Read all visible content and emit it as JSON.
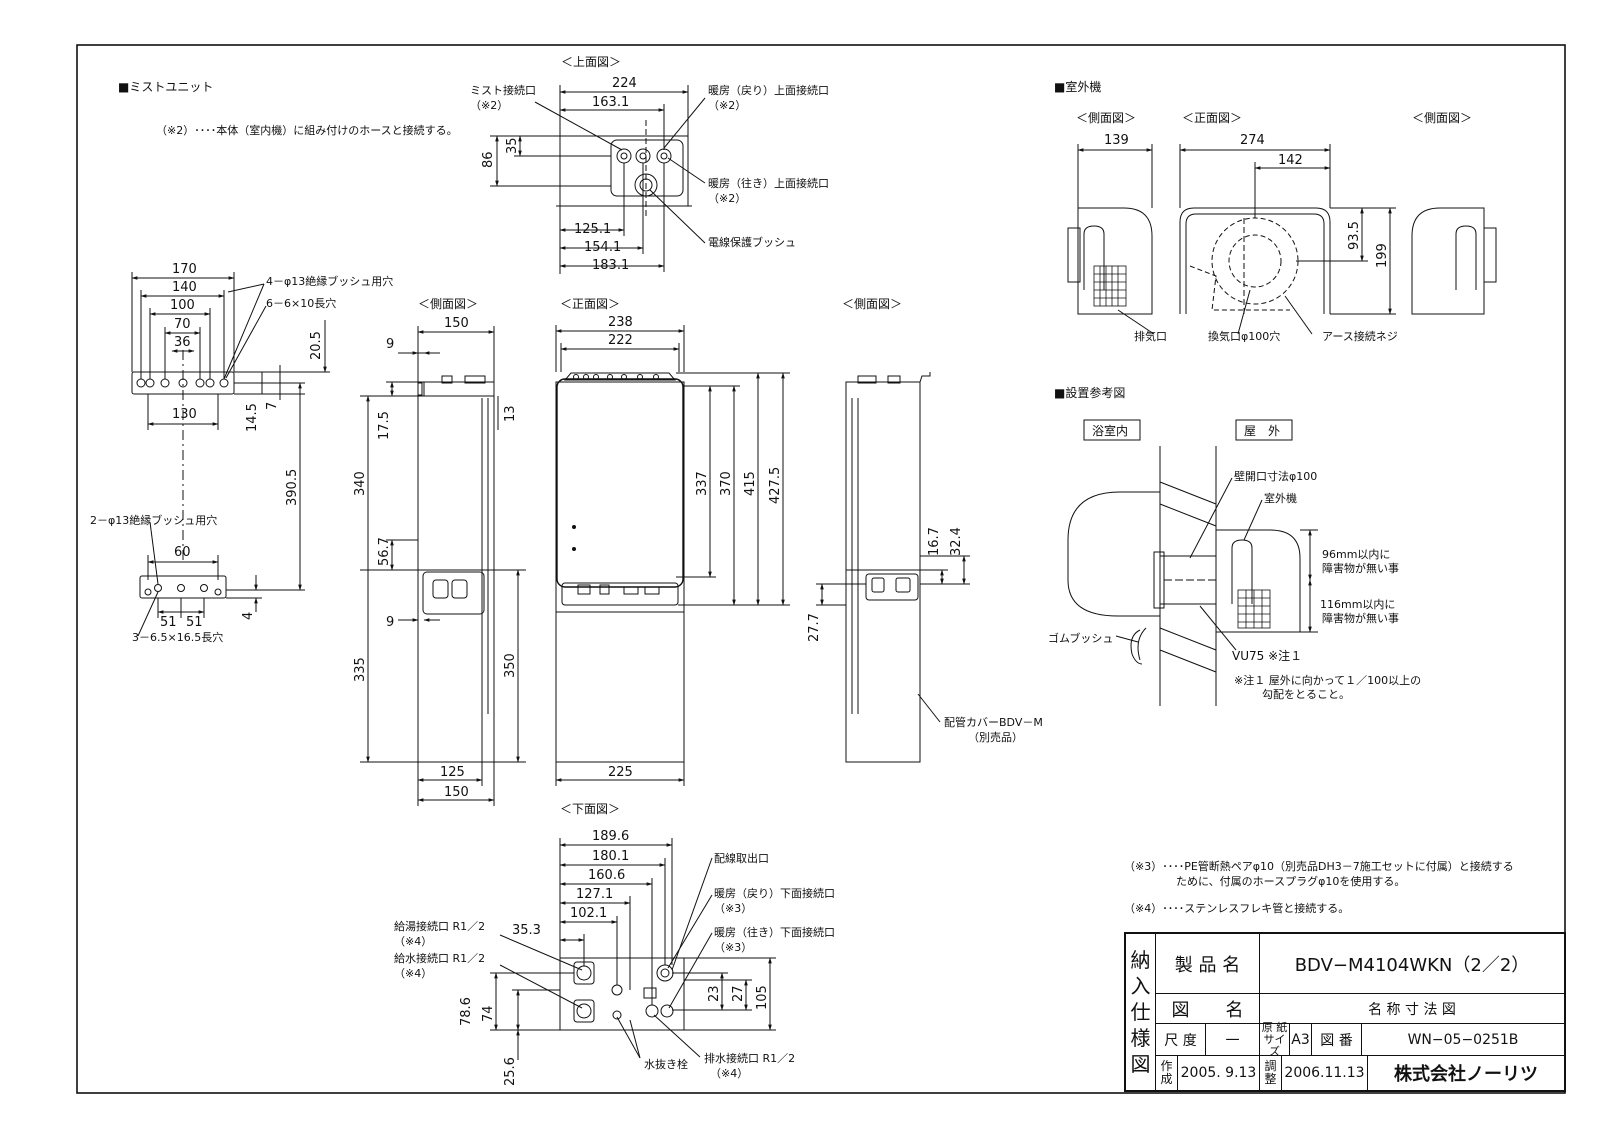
{
  "sections": {
    "mist_unit": "■ミストユニット",
    "outdoor_unit": "■室外機",
    "install_ref": "■設置参考図"
  },
  "views": {
    "top": "＜上面図＞",
    "side": "＜側面図＞",
    "front": "＜正面図＞",
    "bottom": "＜下面図＞"
  },
  "notes": {
    "note2": "（※2）････本体（室内機）に組み付けのホースと接続する。",
    "note3_line1": "（※3）････PE管断熱ペアφ10（別売品DH3－7施工セットに付属）と接続する",
    "note3_line2": "ために、付属のホースプラグφ10を使用する。",
    "note4": "（※4）････ステンレスフレキ管と接続する。",
    "note1_line1": "※注１ 屋外に向かって１／100以上の",
    "note1_line2": "勾配をとること。"
  },
  "top_view": {
    "labels": {
      "mist_conn": "ミスト接続口",
      "mist_conn_ref": "（※2）",
      "heat_return_top": "暖房（戻り）上面接続口",
      "heat_return_top_ref": "（※2）",
      "heat_supply_top": "暖房（往き）上面接続口",
      "heat_supply_top_ref": "（※2）",
      "wire_bush": "電線保護ブッシュ"
    },
    "dims": {
      "d224": "224",
      "d163": "163.1",
      "d86": "86",
      "d35": "35",
      "d125": "125.1",
      "d154": "154.1",
      "d183": "183.1"
    }
  },
  "bracket": {
    "labels": {
      "holes_top": "4－φ13絶縁ブッシュ用穴",
      "slots_top": "6－6×10長穴",
      "holes_bottom": "2－φ13絶縁ブッシュ用穴",
      "slots_bottom": "3－6.5×16.5長穴"
    },
    "dims": {
      "d170": "170",
      "d140": "140",
      "d100": "100",
      "d70": "70",
      "d36": "36",
      "d130": "130",
      "d20_5": "20.5",
      "d7": "7",
      "d14_5": "14.5",
      "d390_5": "390.5",
      "d60": "60",
      "d51a": "51",
      "d51b": "51",
      "d4": "4"
    }
  },
  "side_view": {
    "dims": {
      "d150_top": "150",
      "d9a": "9",
      "d13": "13",
      "d17_5": "17.5",
      "d340": "340",
      "d56_7": "56.7",
      "d9b": "9",
      "d335": "335",
      "d350": "350",
      "d125": "125",
      "d150_bot": "150"
    }
  },
  "front_view": {
    "dims": {
      "d238": "238",
      "d222": "222",
      "d337": "337",
      "d370": "370",
      "d415": "415",
      "d427_5": "427.5",
      "d225": "225"
    }
  },
  "side_view_right": {
    "dims": {
      "d16_7": "16.7",
      "d32_4": "32.4",
      "d27_7": "27.7"
    },
    "labels": {
      "cover": "配管カバーBDV－M",
      "cover_sub": "（別売品）"
    }
  },
  "bottom_view": {
    "labels": {
      "wiring": "配線取出口",
      "heat_return_bottom": "暖房（戻り）下面接続口",
      "heat_return_bottom_ref": "（※3）",
      "heat_supply_bottom": "暖房（往き）下面接続口",
      "heat_supply_bottom_ref": "（※3）",
      "hot_water": "給湯接続口 R1／2",
      "hot_water_ref": "（※4）",
      "cold_water": "給水接続口 R1／2",
      "cold_water_ref": "（※4）",
      "drain": "排水接続口 R1／2",
      "drain_ref": "（※4）",
      "drain_plug": "水抜き栓"
    },
    "dims": {
      "d189_6": "189.6",
      "d180_1": "180.1",
      "d160_6": "160.6",
      "d127_1": "127.1",
      "d102_1": "102.1",
      "d35_3": "35.3",
      "d78_6": "78.6",
      "d74": "74",
      "d25_6": "25.6",
      "d23": "23",
      "d27": "27",
      "d105": "105"
    }
  },
  "outdoor": {
    "views": {
      "side_left": "＜側面図＞",
      "front": "＜正面図＞",
      "side_right": "＜側面図＞"
    },
    "dims": {
      "d139": "139",
      "d274": "274",
      "d142": "142",
      "d93_5": "93.5",
      "d199": "199"
    },
    "labels": {
      "exhaust": "排気口",
      "vent": "換気口φ100穴",
      "earth": "アース接続ネジ"
    }
  },
  "install": {
    "labels": {
      "bathroom": "浴室内",
      "outdoor": "屋　外",
      "wall_opening": "壁開口寸法φ100",
      "unit": "室外機",
      "clear96_l1": "96mm以内に",
      "clear96_l2": "障害物が無い事",
      "clear116_l1": "116mm以内に",
      "clear116_l2": "障害物が無い事",
      "rubber": "ゴムブッシュ",
      "vu75": "VU75 ※注１"
    }
  },
  "title_block": {
    "side_label": "納入仕様図",
    "product_label": "製 品 名",
    "product_value": "BDV−M4104WKN（2／2）",
    "drawing_label": "図　　名",
    "drawing_value": "名 称 寸 法 図",
    "scale_label": "尺 度",
    "scale_value": "一",
    "paper_label": "原 紙 サイズ",
    "paper_value": "A3",
    "number_label": "図 番",
    "number_value": "WN−05−0251B",
    "made_label": "作 成",
    "made_date": "2005. 9.13",
    "adjust_label": "調 整",
    "adjust_date": "2006.11.13",
    "company": "株式会社ノーリツ"
  }
}
